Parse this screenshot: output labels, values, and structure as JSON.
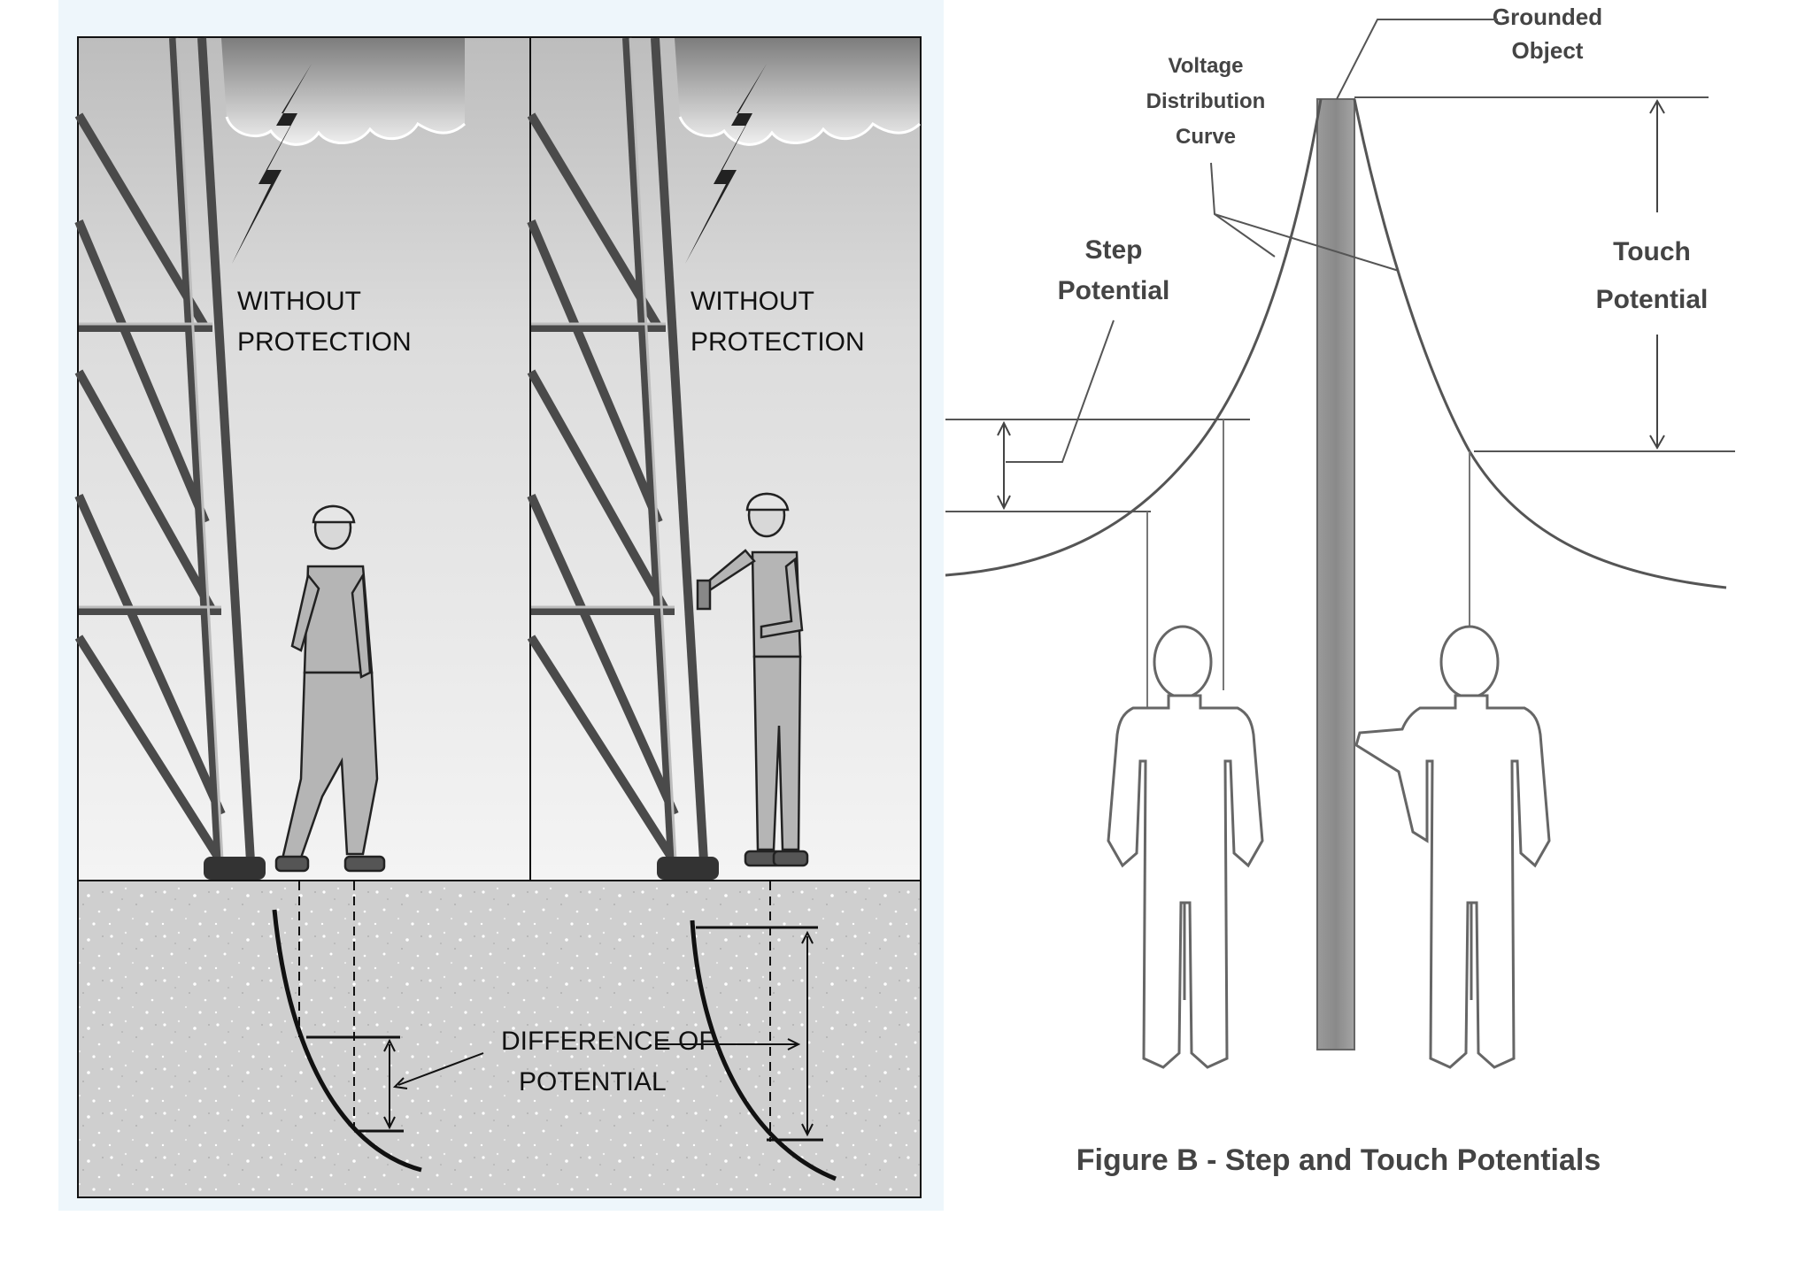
{
  "left_figure": {
    "panel_a": {
      "label_line1": "WITHOUT",
      "label_line2": "PROTECTION"
    },
    "panel_b": {
      "label_line1": "WITHOUT",
      "label_line2": "PROTECTION"
    },
    "difference_label_line1": "DIFFERENCE OF",
    "difference_label_line2": "POTENTIAL"
  },
  "right_figure": {
    "grounded_object_line1": "Grounded",
    "grounded_object_line2": "Object",
    "voltage_curve_line1": "Voltage",
    "voltage_curve_line2": "Distribution",
    "voltage_curve_line3": "Curve",
    "step_potential_line1": "Step",
    "step_potential_line2": "Potential",
    "touch_potential_line1": "Touch",
    "touch_potential_line2": "Potential",
    "caption": "Figure B - Step and Touch Potentials"
  }
}
